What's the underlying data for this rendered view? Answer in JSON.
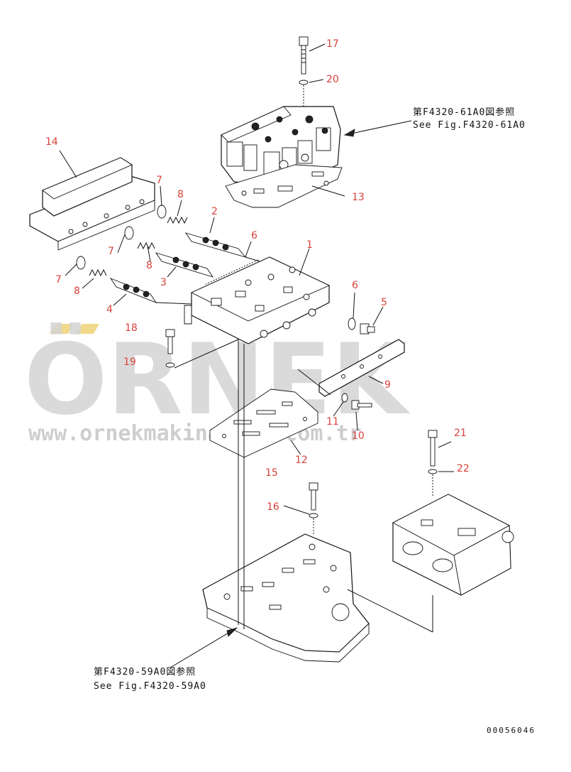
{
  "callouts": [
    "1",
    "2",
    "3",
    "4",
    "5",
    "6",
    "6",
    "7",
    "7",
    "7",
    "8",
    "8",
    "8",
    "9",
    "10",
    "11",
    "12",
    "13",
    "14",
    "15",
    "16",
    "17",
    "18",
    "19",
    "20",
    "21",
    "22"
  ],
  "references": {
    "top_jp": "第F4320-61A0図参照",
    "top_en": "See Fig.F4320-61A0",
    "bottom_jp": "第F4320-59A0図参照",
    "bottom_en": "See Fig.F4320-59A0"
  },
  "drawing_number": "00056046",
  "watermark": {
    "brand": "ÖRNEK",
    "url": "www.ornekmakinalari.com.tr"
  },
  "colors": {
    "callout": "#d8413a",
    "line": "#111111",
    "watermark": "#d4d4d4",
    "watermark_accent": "#f0d98a"
  }
}
